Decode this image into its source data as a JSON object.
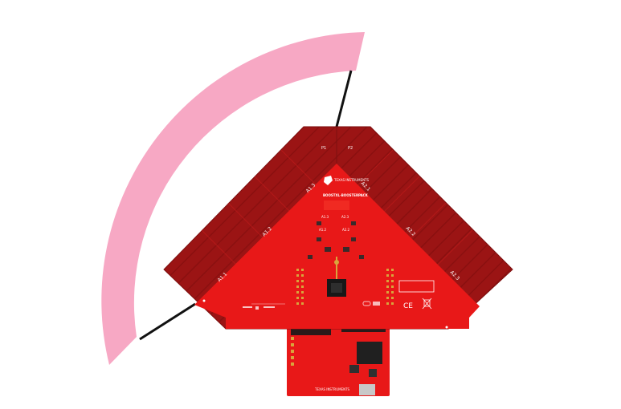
{
  "colors": {
    "background": "#ffffff",
    "arc": "#f7a8c4",
    "pad_dark": "#9b1414",
    "pad_border": "#7d0f0f",
    "board_red": "#e81818",
    "board_red_light": "#f02a22",
    "pin_gold": "#d9a43c",
    "leader": "#111111"
  },
  "antenna_labels": {
    "a1_1": "A1.1",
    "a1_2": "A1.2",
    "a1_3": "A1.3",
    "a2_1": "A2.1",
    "a2_2": "A2.2",
    "a2_3": "A2.3",
    "p1": "P1",
    "p2": "P2"
  },
  "board": {
    "brand": "TEXAS INSTRUMENTS",
    "title": "BOOSTXL-BOOSTERPACK",
    "chan_a1_3": "A1.3",
    "chan_a2_3": "A2.3",
    "chan_a1_2": "A1.2",
    "chan_a2_2": "A2.2",
    "ce_mark": "CE"
  },
  "launchpad": {
    "brand": "TEXAS INSTRUMENTS"
  }
}
